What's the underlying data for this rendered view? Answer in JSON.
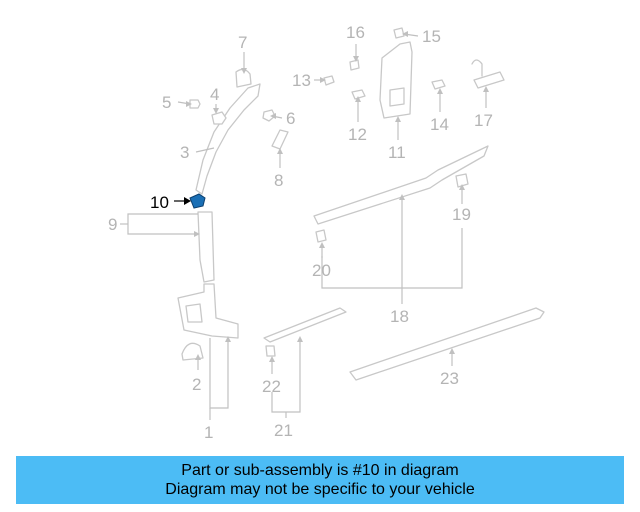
{
  "callouts": {
    "c1": "1",
    "c2": "2",
    "c3": "3",
    "c4": "4",
    "c5": "5",
    "c6": "6",
    "c7": "7",
    "c8": "8",
    "c9": "9",
    "c10": "10",
    "c11": "11",
    "c12": "12",
    "c13": "13",
    "c14": "14",
    "c15": "15",
    "c16": "16",
    "c17": "17",
    "c18": "18",
    "c19": "19",
    "c20": "20",
    "c21": "21",
    "c22": "22",
    "c23": "23"
  },
  "highlight_color": "#1a6fb5",
  "banner": {
    "line1": "Part or sub-assembly is #10 in diagram",
    "line2": "Diagram may not be specific to your vehicle",
    "background": "#4cbcf5"
  }
}
